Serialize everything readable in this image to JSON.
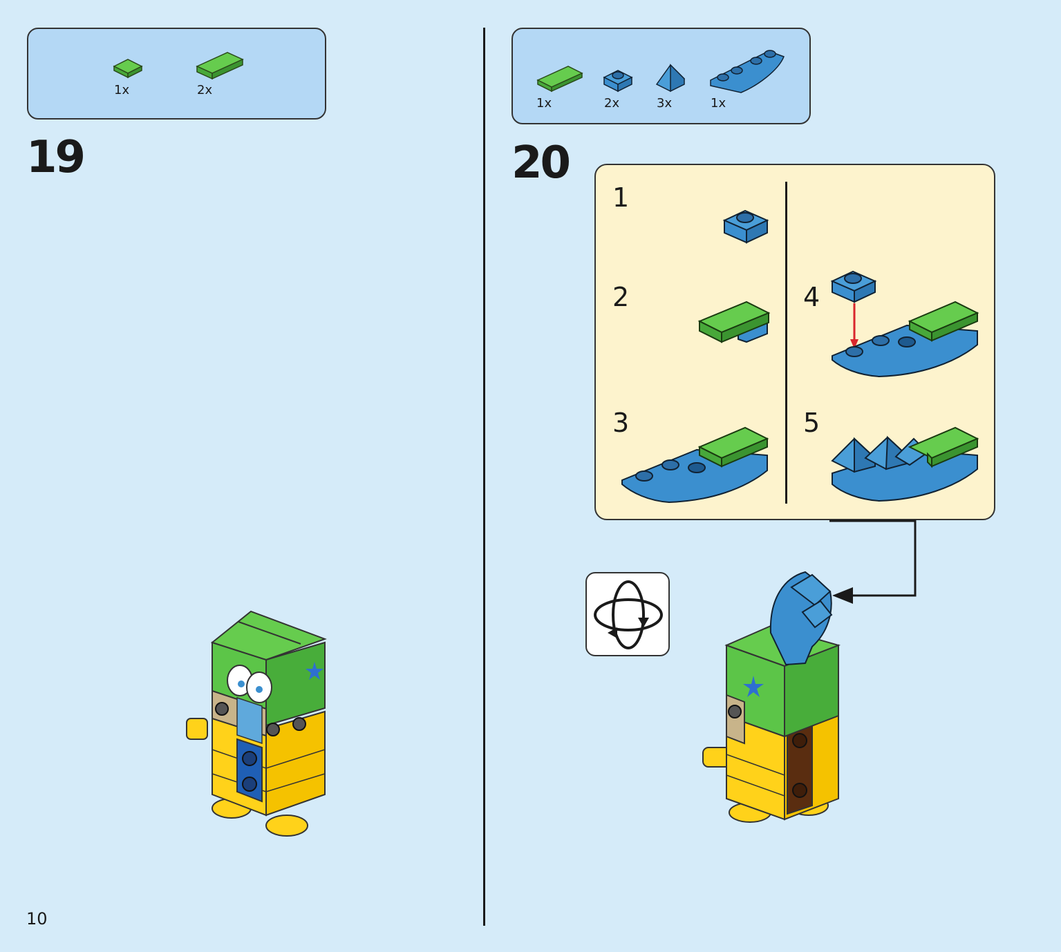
{
  "page_number": "10",
  "step19": {
    "number": "19",
    "parts": [
      {
        "qty": "1x",
        "icon": "green-tile-1x2-icon"
      },
      {
        "qty": "2x",
        "icon": "green-tile-2x4-icon"
      }
    ]
  },
  "step20": {
    "number": "20",
    "parts": [
      {
        "qty": "1x",
        "icon": "green-tile-2x4-icon"
      },
      {
        "qty": "2x",
        "icon": "blue-plate-1x1-icon"
      },
      {
        "qty": "3x",
        "icon": "blue-slope-icon"
      },
      {
        "qty": "1x",
        "icon": "blue-wing-plate-icon"
      }
    ],
    "substeps": [
      "1",
      "2",
      "3",
      "4",
      "5"
    ]
  },
  "icons": {
    "rotate": "rotate-model-icon"
  },
  "colors": {
    "page_bg": "#d5ebf9",
    "parts_box_bg": "#b4d8f5",
    "subassembly_bg": "#fdf3cd",
    "brick_green": "#5cc548",
    "brick_blue": "#3b8fcf",
    "brick_yellow": "#ffd21a",
    "arrow_red": "#d9262c"
  }
}
